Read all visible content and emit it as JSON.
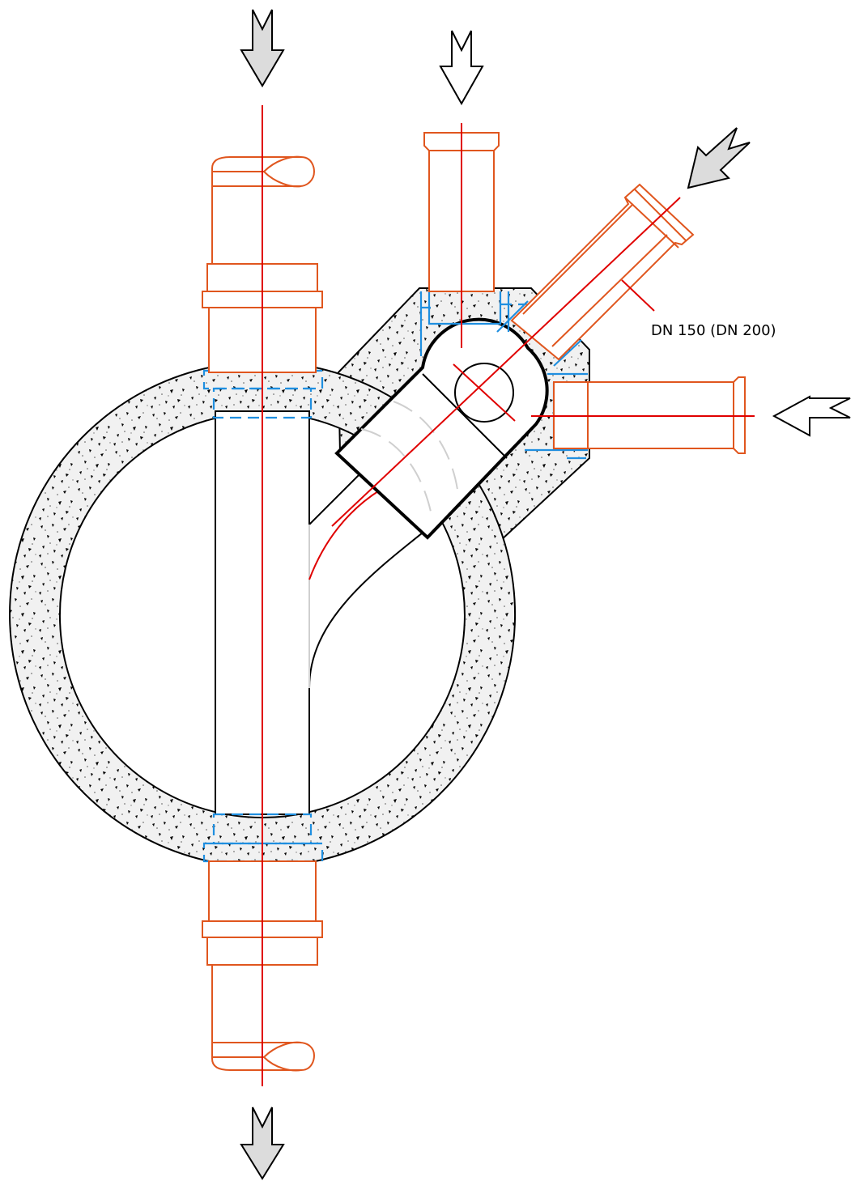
{
  "drawing": {
    "annotations": {
      "dn_label": "DN 150 (DN 200)"
    },
    "colors": {
      "pipe": "#e0561e",
      "axis": "#e00000",
      "seal": "#1f8fe0",
      "concrete": "#f2f2f2",
      "arrow_filled": "#dcdcdc",
      "arrow_open": "#ffffff"
    },
    "flow_arrows": [
      {
        "name": "inlet-top-main",
        "style": "filled",
        "direction": "down"
      },
      {
        "name": "inlet-top-side",
        "style": "open",
        "direction": "down"
      },
      {
        "name": "inlet-diagonal",
        "style": "filled",
        "direction": "down-left"
      },
      {
        "name": "inlet-right",
        "style": "open",
        "direction": "left"
      },
      {
        "name": "outlet-bottom",
        "style": "filled",
        "direction": "down"
      }
    ]
  }
}
